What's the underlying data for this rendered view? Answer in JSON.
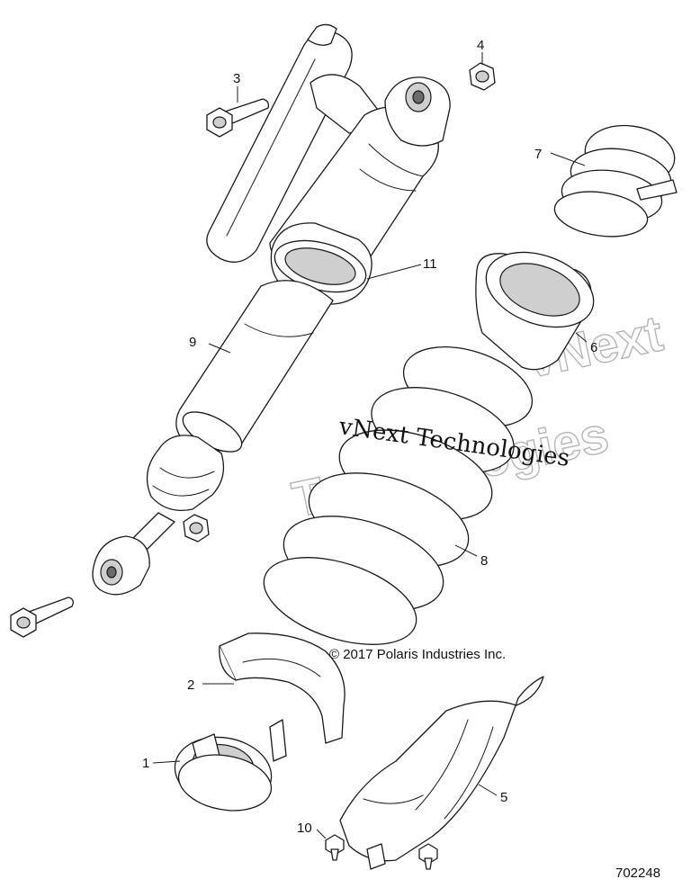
{
  "diagram": {
    "callouts": [
      {
        "id": "1",
        "label": "1"
      },
      {
        "id": "2",
        "label": "2"
      },
      {
        "id": "3",
        "label": "3"
      },
      {
        "id": "4",
        "label": "4"
      },
      {
        "id": "5",
        "label": "5"
      },
      {
        "id": "6",
        "label": "6"
      },
      {
        "id": "7",
        "label": "7"
      },
      {
        "id": "8",
        "label": "8"
      },
      {
        "id": "9",
        "label": "9"
      },
      {
        "id": "10",
        "label": "10"
      },
      {
        "id": "11",
        "label": "11"
      }
    ],
    "copyright": "© 2017 Polaris Industries Inc.",
    "part_number": "702248",
    "watermark": {
      "main": "vNext Technologies",
      "ghost_line1": "vNext",
      "ghost_line2": "Technologies"
    }
  }
}
